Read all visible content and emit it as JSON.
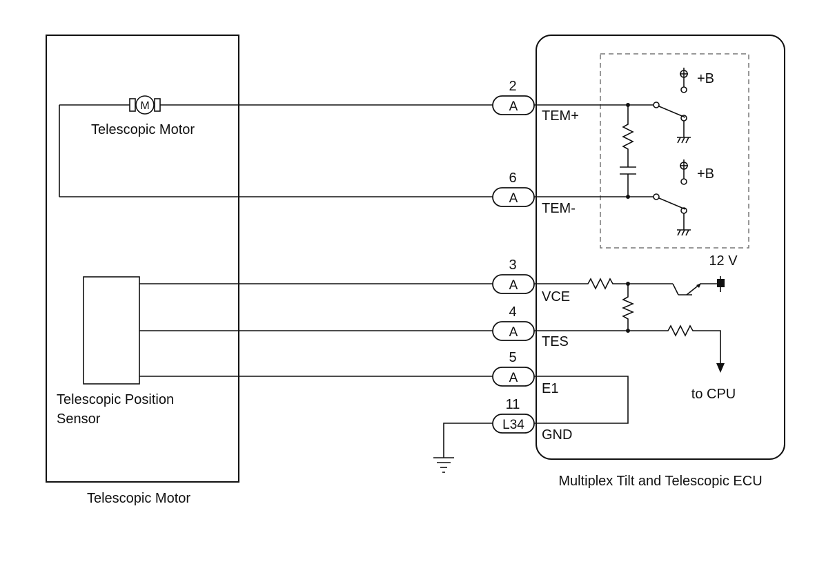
{
  "left_component": {
    "label": "Telescopic Motor",
    "motor_label": "Telescopic Motor",
    "motor_symbol": "M",
    "sensor_label_line1": "Telescopic Position",
    "sensor_label_line2": "Sensor"
  },
  "ecu": {
    "label": "Multiplex Tilt and Telescopic ECU",
    "supply_label": "+B",
    "voltage_label": "12 V",
    "cpu_label": "to CPU"
  },
  "pins": [
    {
      "number": "2",
      "connector": "A",
      "terminal": "TEM+"
    },
    {
      "number": "6",
      "connector": "A",
      "terminal": "TEM-"
    },
    {
      "number": "3",
      "connector": "A",
      "terminal": "VCE"
    },
    {
      "number": "4",
      "connector": "A",
      "terminal": "TES"
    },
    {
      "number": "5",
      "connector": "A",
      "terminal": "E1"
    },
    {
      "number": "11",
      "connector": "L34",
      "terminal": "GND"
    }
  ]
}
